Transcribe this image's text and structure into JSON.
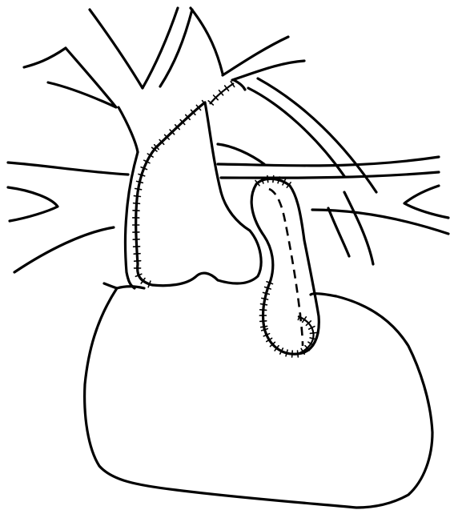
{
  "diagram": {
    "labels": [],
    "colors": {
      "line": "#000000",
      "background": "#ffffff"
    },
    "parts": [
      "heart",
      "aortic-graft",
      "coronary-graft",
      "aortic-arch-branches",
      "pulmonary-artery",
      "pulmonary-branches",
      "suture-lines"
    ]
  }
}
